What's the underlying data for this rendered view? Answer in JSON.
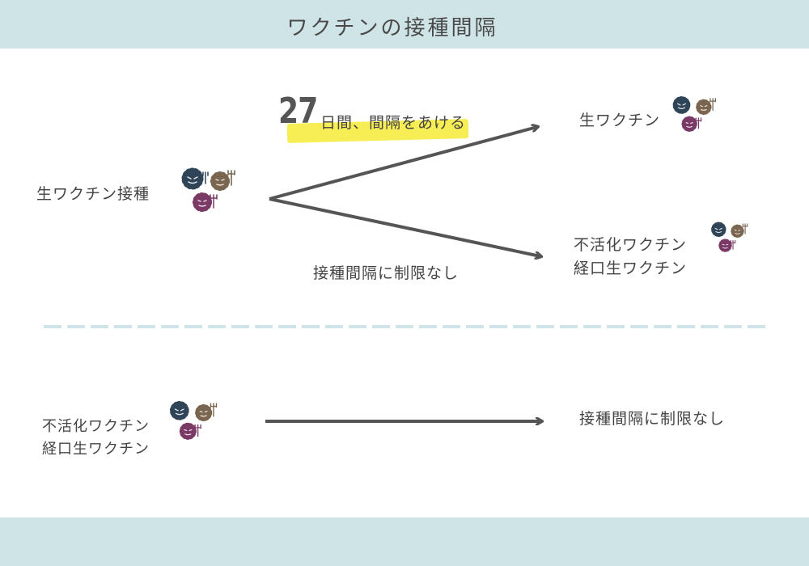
{
  "header": {
    "title": "ワクチンの接種間隔"
  },
  "top_section": {
    "source": "生ワクチン接種",
    "interval_days": "27",
    "interval_text": "日間、間隔をあける",
    "target_live": "生ワクチン",
    "no_interval": "接種間隔に制限なし",
    "target_other_line1": "不活化ワクチン",
    "target_other_line2": "経口生ワクチン"
  },
  "bottom_section": {
    "source_line1": "不活化ワクチン",
    "source_line2": "経口生ワクチン",
    "result": "接種間隔に制限なし"
  },
  "icons": [
    "germ-group-icon"
  ],
  "colors": {
    "band": "#cfe4e6",
    "highlight": "#f7ed55",
    "arrow": "#555555",
    "germ_navy": "#2f4557",
    "germ_brown": "#7a6650",
    "germ_purple": "#7a3a66"
  }
}
